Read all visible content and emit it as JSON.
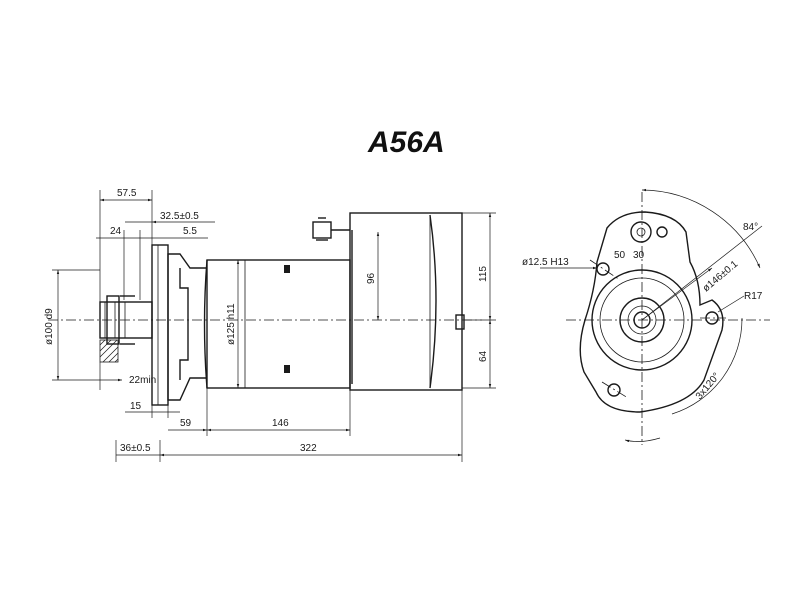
{
  "title": "A56A",
  "side_view_dims": {
    "d57_5": "57.5",
    "d32_5": "32.5±0.5",
    "d24": "24",
    "d5_5": "5.5",
    "d100": "ø100 d9",
    "d125": "ø125 h11",
    "d96": "96",
    "d115": "115",
    "d64": "64",
    "d22": "22min",
    "d15": "15",
    "d59": "59",
    "d146": "146",
    "d36": "36±0.5",
    "d322": "322"
  },
  "front_view_dims": {
    "a84": "84°",
    "t50": "50",
    "t30": "30",
    "h12_5": "ø12.5 H13",
    "c146": "ø146±0.1",
    "r17": "R17",
    "a3x120": "3x120°"
  }
}
